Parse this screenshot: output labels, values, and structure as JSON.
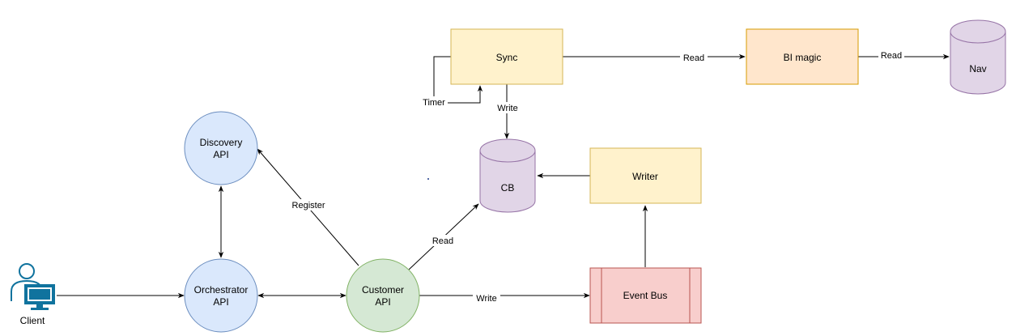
{
  "nodes": {
    "sync": {
      "label": "Sync",
      "fill": "#fff2cc",
      "stroke": "#d6b656"
    },
    "bi_magic": {
      "label": "BI magic",
      "fill": "#ffe6cc",
      "stroke": "#d79b00"
    },
    "nav": {
      "label": "Nav",
      "fill": "#e1d5e7",
      "stroke": "#9673a6"
    },
    "cb": {
      "label": "CB",
      "fill": "#e1d5e7",
      "stroke": "#9673a6"
    },
    "writer": {
      "label": "Writer",
      "fill": "#fff2cc",
      "stroke": "#d6b656"
    },
    "discovery_api": {
      "label_line1": "Discovery",
      "label_line2": "API",
      "fill": "#dae8fc",
      "stroke": "#6c8ebf"
    },
    "orchestrator_api": {
      "label_line1": "Orchestrator",
      "label_line2": "API",
      "fill": "#dae8fc",
      "stroke": "#6c8ebf"
    },
    "customer_api": {
      "label_line1": "Customer",
      "label_line2": "API",
      "fill": "#d5e8d4",
      "stroke": "#82b366"
    },
    "event_bus": {
      "label": "Event Bus",
      "fill": "#f8cecc",
      "stroke": "#b85450"
    },
    "client": {
      "label": "Client",
      "icon_color": "#10739e"
    }
  },
  "edges": {
    "sync_to_bi": "Read",
    "bi_to_nav": "Read",
    "timer": "Timer",
    "sync_to_cb": "Write",
    "customer_to_discovery": "Register",
    "customer_to_cb": "Read",
    "customer_to_eventbus": "Write"
  }
}
